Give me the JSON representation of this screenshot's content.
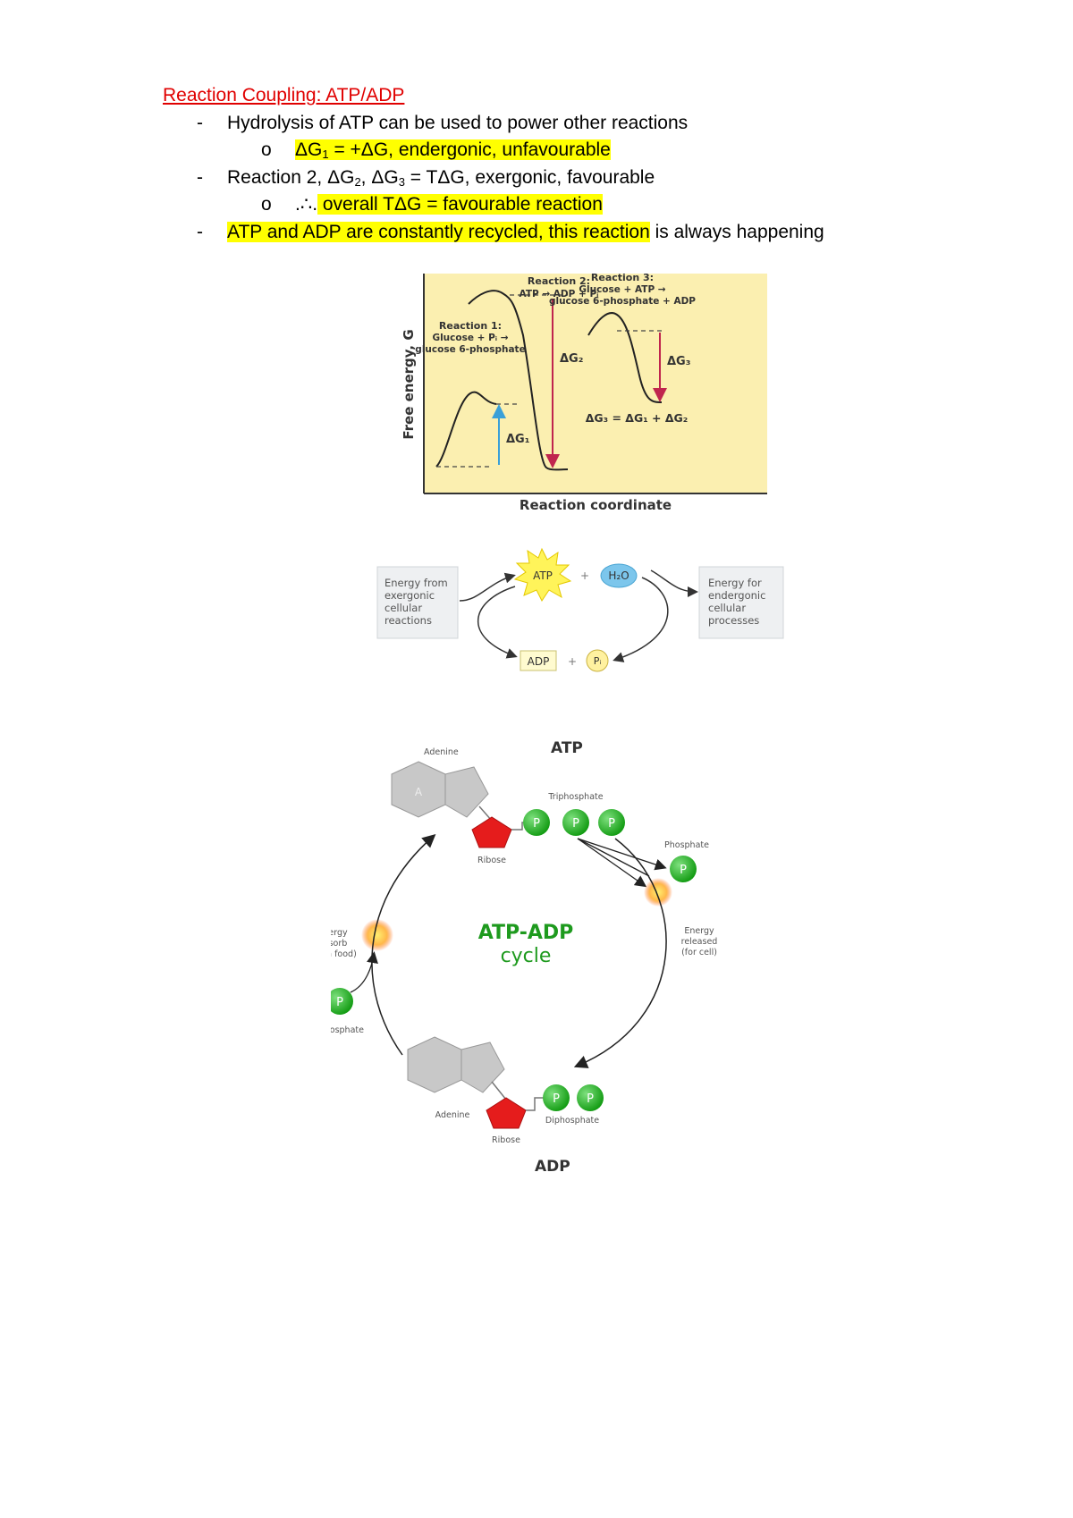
{
  "notes": {
    "heading": "Reaction Coupling: ATP/ADP",
    "dash": "-",
    "o_marker": "o",
    "line1": "Hydrolysis of ATP can be used to power other reactions",
    "line2_pre": "ΔG",
    "line2_sub": "1",
    "line2_post": " = +ΔG, endergonic, unfavourable",
    "line3_a": "Reaction 2, ΔG",
    "line3_sub_a": "2",
    "line3_b": ", ΔG",
    "line3_sub_b": "3",
    "line3_c": " = TΔG, exergonic, favourable",
    "line4_pre": ".∴.",
    "line4_hl": " overall TΔG = favourable reaction",
    "line5_hl": "ATP and ADP are constantly recycled, this reaction",
    "line5_rest": " is always happening"
  },
  "figure1": {
    "y_label": "Free energy, G",
    "x_label": "Reaction coordinate",
    "reaction1": [
      "Reaction 1:",
      "Glucose + Pᵢ →",
      "glucose 6-phosphate"
    ],
    "reaction2": [
      "Reaction 2:",
      "ATP → ADP + Pᵢ"
    ],
    "reaction3": [
      "Reaction 3:",
      "Glucose + ATP →",
      "glucose 6-phosphate + ADP"
    ],
    "dg1": "ΔG₁",
    "dg2": "ΔG₂",
    "dg3": "ΔG₃",
    "dg3_eq": "ΔG₃ = ΔG₁ + ΔG₂",
    "colors": {
      "background": "#fbefb0",
      "up_arrow": "#3aa0d8",
      "down_arrow": "#c0254e"
    }
  },
  "figure2": {
    "energy_from": [
      "Energy from",
      "exergonic",
      "cellular",
      "reactions"
    ],
    "energy_for": [
      "Energy for",
      "endergonic",
      "cellular",
      "processes"
    ],
    "atp": "ATP",
    "plus": "+",
    "h2o": "H₂O",
    "adp": "ADP",
    "pi": "Pᵢ"
  },
  "figure3": {
    "atp_title": "ATP",
    "adp_title": "ADP",
    "adenine": "Adenine",
    "adenine_letter": "A",
    "ribose": "Ribose",
    "triphosphate": "Triphosphate",
    "diphosphate": "Diphosphate",
    "phosphate": "Phosphate",
    "p": "P",
    "energy_absorb": [
      "Energy",
      "absorb",
      "(from food)"
    ],
    "energy_release": [
      "Energy",
      "released",
      "(for cell)"
    ],
    "cycle_title": [
      "ATP-ADP",
      "cycle"
    ],
    "colors": {
      "phosphate": "#1db41d",
      "ribose": "#e51c1c",
      "adenine": "#c8c8c8",
      "cycle_text": "#1e9a1e"
    }
  }
}
